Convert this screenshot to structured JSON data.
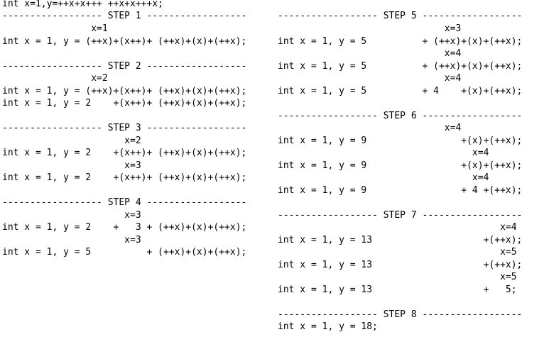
{
  "left_column": [
    "int x=1,y=++x+x+++ ++x+x+++x;",
    "------------------ STEP 1 ------------------",
    "                x=1",
    "int x = 1, y = (++x)+(x++)+ (++x)+(x)+(++x);",
    "------------------ STEP 2 ------------------",
    "                x=2",
    "int x = 1, y = (++x)+(x++)+ (++x)+(x)+(++x);",
    "int x = 1, y = 2    +(x++)+ (++x)+(x)+(++x);",
    "------------------ STEP 3 ------------------",
    "                      x=2",
    "int x = 1, y = 2    +(x++)+ (++x)+(x)+(++x);",
    "                      x=3",
    "int x = 1, y = 2    +(x++)+ (++x)+(x)+(++x);",
    "------------------ STEP 4 ------------------",
    "                      x=3",
    "int x = 1, y = 2    +   3 + (++x)+(x)+(++x);",
    "                      x=3",
    "int x = 1, y = 5          + (++x)+(x)+(++x);"
  ],
  "right_column": [
    "------------------ STEP 5 ------------------",
    "                              x=3",
    "int x = 1, y = 5          + (++x)+(x)+(++x);",
    "                              x=4",
    "int x = 1, y = 5          + (++x)+(x)+(++x);",
    "                              x=4",
    "int x = 1, y = 5          + 4    +(x)+(++x);",
    "------------------ STEP 6 ------------------",
    "                              x=4",
    "int x = 1, y = 9                 +(x)+(++x);",
    "                                   x=4",
    "int x = 1, y = 9                 +(x)+(++x);",
    "                                   x=4",
    "int x = 1, y = 9                 + 4 +(++x);",
    "------------------ STEP 7 ------------------",
    "                                        x=4",
    "int x = 1, y = 13                    +(++x);",
    "                                        x=5",
    "int x = 1, y = 13                    +(++x);",
    "                                        x=5",
    "int x = 1, y = 13                    +   5;",
    "------------------ STEP 8 ------------------",
    "int x = 1, y = 18;"
  ]
}
